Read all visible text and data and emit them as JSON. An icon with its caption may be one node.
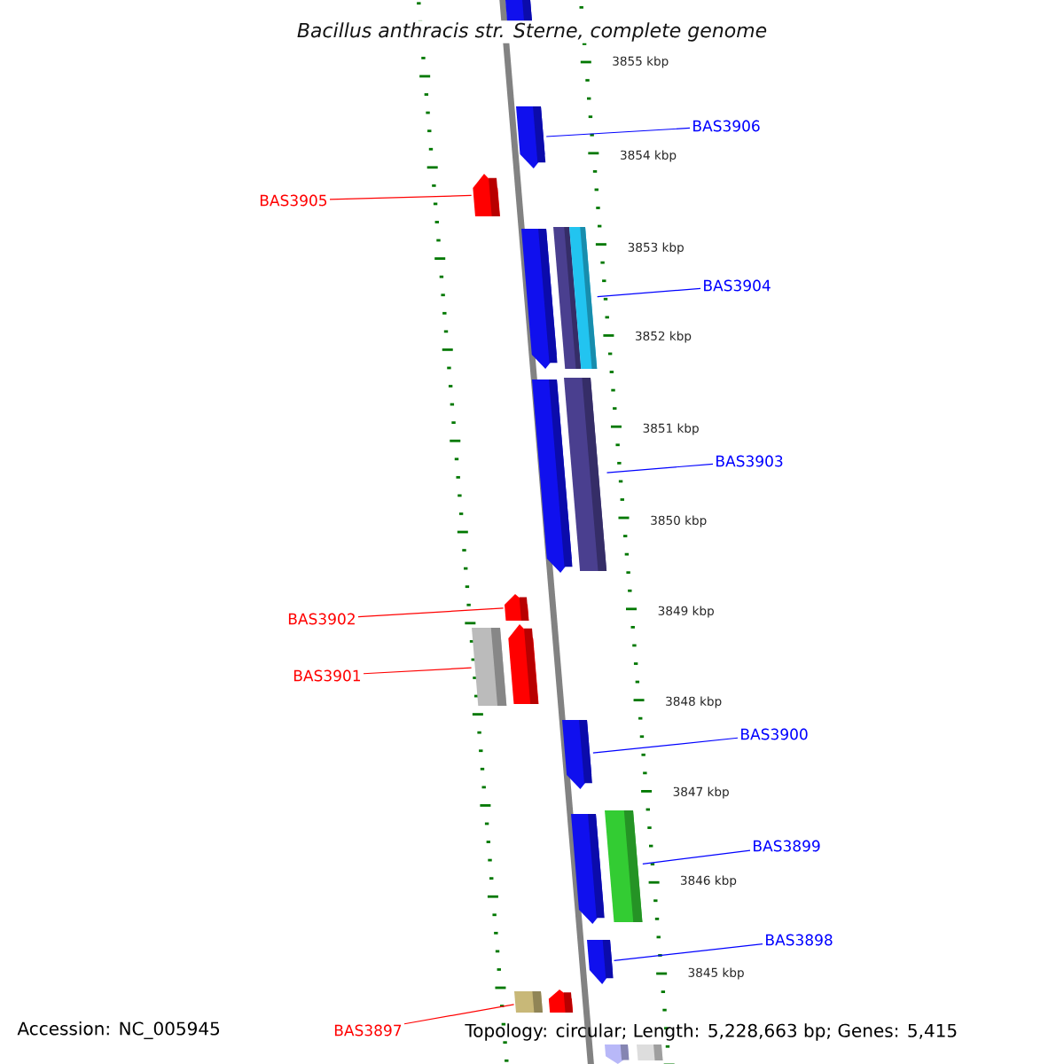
{
  "diagram": {
    "title": "Bacillus anthracis str. Sterne, complete genome",
    "nodes": [
      {
        "text": [],
        "shape": "bar"
      },
      {
        "text": [],
        "shape": "arrow"
      },
      {
        "text": [
          "BAS3906"
        ]
      },
      {
        "text": [],
        "shape": "arrow"
      },
      {
        "text": [
          "BAS3905"
        ]
      },
      {
        "text": [],
        "shape": "arrow"
      },
      {
        "text": [],
        "shape": "bar"
      },
      {
        "text": [],
        "shape": "bar"
      },
      {
        "text": [
          "BAS3904"
        ]
      },
      {
        "text": [],
        "shape": "arrow"
      },
      {
        "text": [],
        "shape": "bar"
      },
      {
        "text": [
          "BAS3903"
        ]
      },
      {
        "text": [],
        "shape": "arrow"
      },
      {
        "text": [
          "BAS3902"
        ]
      },
      {
        "text": [],
        "shape": "bar"
      },
      {
        "text": [],
        "shape": "arrow"
      },
      {
        "text": [
          "BAS3901"
        ]
      },
      {
        "text": [],
        "shape": "arrow"
      },
      {
        "text": [
          "BAS3900"
        ]
      },
      {
        "text": [],
        "shape": "arrow"
      },
      {
        "text": [],
        "shape": "bar"
      },
      {
        "text": [
          "BAS3899"
        ]
      },
      {
        "text": [],
        "shape": "arrow"
      },
      {
        "text": [
          "BAS3898"
        ]
      },
      {
        "text": [],
        "shape": "bar"
      },
      {
        "text": [],
        "shape": "arrow"
      },
      {
        "text": [
          "BAS3897"
        ]
      },
      {
        "text": [],
        "shape": "arrow"
      },
      {
        "text": [],
        "shape": "bar"
      }
    ],
    "edges": [
      {
        "from": 2,
        "to": 1,
        "arrow": "none"
      },
      {
        "from": 4,
        "to": 3,
        "arrow": "none",
        "color": "#ff0000"
      },
      {
        "from": 8,
        "to": 7,
        "arrow": "none"
      },
      {
        "from": 11,
        "to": 10,
        "arrow": "none"
      },
      {
        "from": 13,
        "to": 12,
        "arrow": "none",
        "color": "#ff0000"
      },
      {
        "from": 16,
        "to": 14,
        "arrow": "none",
        "color": "#ff0000"
      },
      {
        "from": 18,
        "to": 17,
        "arrow": "none"
      },
      {
        "from": 21,
        "to": 20,
        "arrow": "none"
      },
      {
        "from": 23,
        "to": 22,
        "arrow": "none"
      },
      {
        "from": 26,
        "to": 24,
        "arrow": "none",
        "color": "#ff0000"
      }
    ],
    "labels": [
      "3855 kbp",
      "3854 kbp",
      "3853 kbp",
      "3852 kbp",
      "3851 kbp",
      "3850 kbp",
      "3849 kbp",
      "3848 kbp",
      "3847 kbp",
      "3846 kbp",
      "3845 kbp",
      "Accession: NC_005945",
      "Topology: circular; Length: 5,228,663 bp; Genes: 5,415"
    ]
  }
}
